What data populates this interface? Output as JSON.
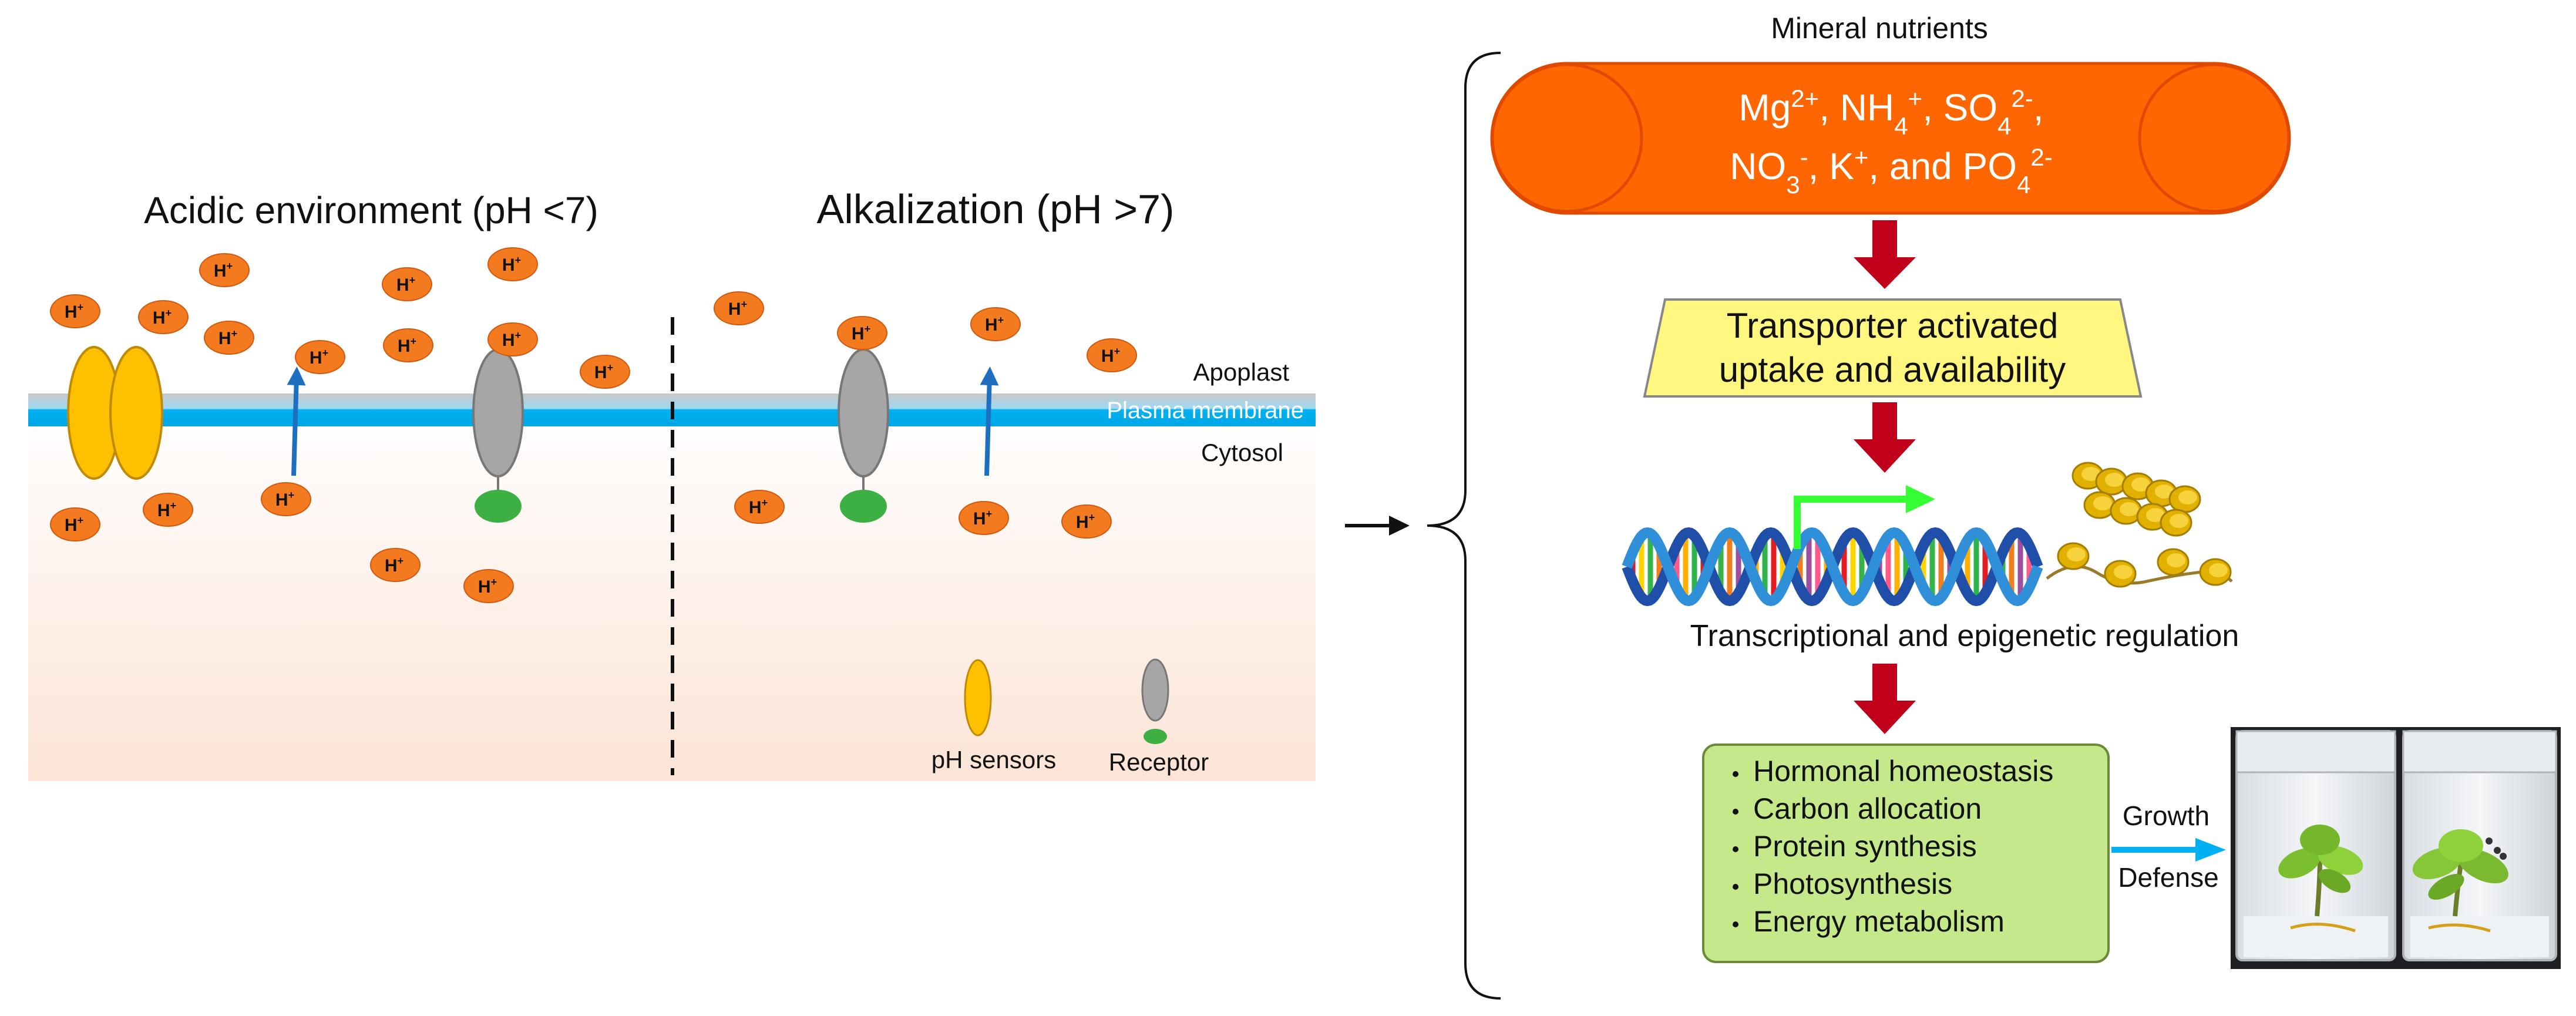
{
  "left_panel": {
    "acidic_title": "Acidic environment (pH <7)",
    "alkaline_title": "Alkalization (pH >7)",
    "apoplast_label": "Apoplast",
    "membrane_label": "Plasma membrane",
    "cytosol_label": "Cytosol",
    "proton_label": "H",
    "proton_charge": "+",
    "legend": {
      "ph_sensors": "pH sensors",
      "receptor": "Receptor"
    }
  },
  "right_panel": {
    "nutrients_title": "Mineral nutrients",
    "nutrients_line1": [
      {
        "t": "Mg"
      },
      {
        "t": "2+",
        "sup": true
      },
      {
        "t": ", NH"
      },
      {
        "t": "4",
        "sub": true
      },
      {
        "t": "+",
        "sup": true
      },
      {
        "t": ", SO"
      },
      {
        "t": "4",
        "sub": true
      },
      {
        "t": "2-",
        "sup": true
      },
      {
        "t": ","
      }
    ],
    "nutrients_line2": [
      {
        "t": "NO"
      },
      {
        "t": "3",
        "sub": true
      },
      {
        "t": "-",
        "sup": true
      },
      {
        "t": ", K"
      },
      {
        "t": "+",
        "sup": true
      },
      {
        "t": ", and PO"
      },
      {
        "t": "4",
        "sub": true
      },
      {
        "t": "2-",
        "sup": true
      }
    ],
    "transporter_line1": "Transporter activated",
    "transporter_line2": "uptake and availability",
    "regulation_label": "Transcriptional and epigenetic regulation",
    "outcomes": [
      "Hormonal homeostasis",
      "Carbon allocation",
      "Protein synthesis",
      "Photosynthesis",
      "Energy metabolism"
    ],
    "growth_label": "Growth",
    "defense_label": "Defense"
  },
  "colors": {
    "proton": "#F47A20",
    "sensor": "#FFC000",
    "receptor": "#A6A6A6",
    "receptor_base": "#3CB043",
    "membrane": "#00B0F0",
    "up_arrow": "#1F6FC1",
    "nutrient_capsule": "#FF6600",
    "transporter_box": "#FFF780",
    "step_arrow": "#C0001A",
    "outcome_box": "#C4E88A",
    "growth_arrow": "#00B0F0",
    "gene_arrow": "#33FF33",
    "cytosol_tint": "#FCE4D6"
  }
}
